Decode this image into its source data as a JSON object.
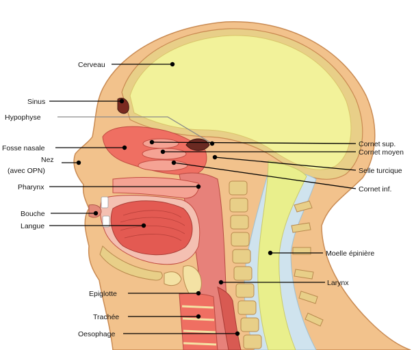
{
  "labels": {
    "cerveau": "Cerveau",
    "sinus": "Sinus",
    "hypophyse": "Hypophyse",
    "fosse_nasale": "Fosse nasale",
    "nez_line1": "Nez",
    "nez_line2": "(avec OPN)",
    "pharynx": "Pharynx",
    "bouche": "Bouche",
    "langue": "Langue",
    "epiglotte": "Epiglotte",
    "trachee": "Trachée",
    "oesophage": "Oesophage",
    "cornet_sup": "Cornet sup.",
    "cornet_moyen": "Cornet moyen",
    "selle_turcique": "Selle turcique",
    "cornet_inf": "Cornet inf.",
    "moelle_epiniere": "Moelle épinière",
    "larynx": "Larynx"
  },
  "colors": {
    "skin": "#f2c28c",
    "skin_outline": "#c98a52",
    "brain": "#f2f29a",
    "brain_dot": "#f0e04a",
    "spinal_canal": "#cfe3ee",
    "spinal_cord": "#e9ef8c",
    "mucosa": "#ef6f62",
    "mucosa_light": "#f5a394",
    "tongue": "#e35a52",
    "cartilage": "#f4e2a4",
    "bone": "#e8cf88",
    "leader": "#000000"
  }
}
